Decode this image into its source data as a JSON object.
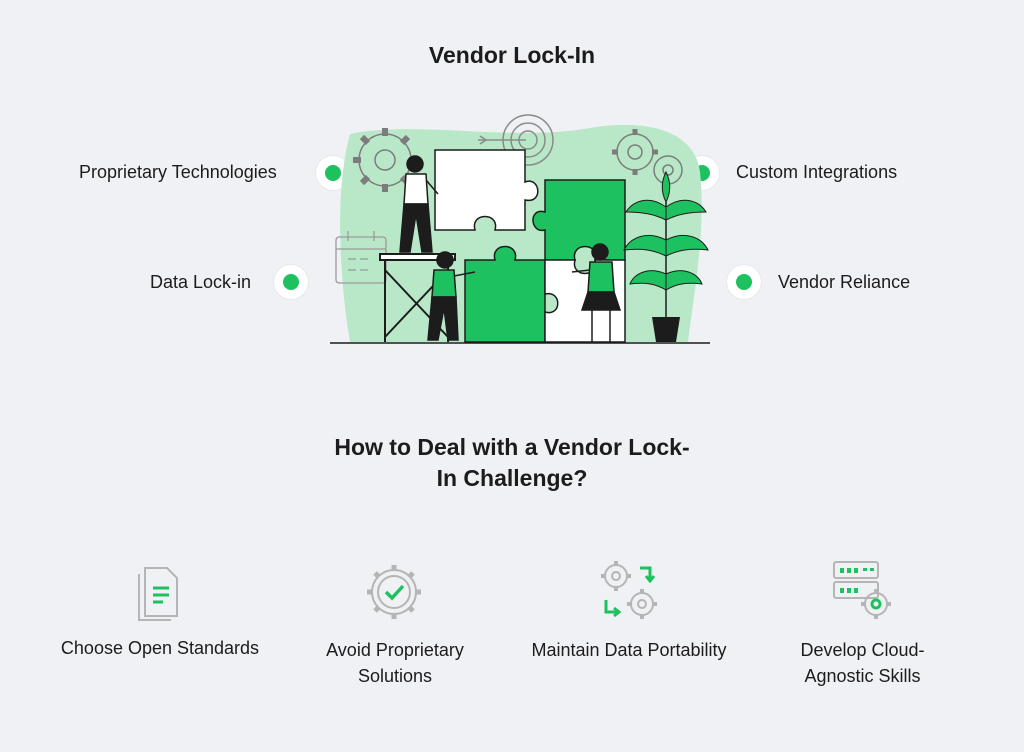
{
  "title": "Vendor Lock-In",
  "causes": {
    "proprietary": "Proprietary Technologies",
    "data": "Data Lock-in",
    "custom": "Custom Integrations",
    "reliance": "Vendor Reliance"
  },
  "subtitle_line1": "How to Deal with a Vendor Lock-",
  "subtitle_line2": "In Challenge?",
  "steps": {
    "open": "Choose Open Standards",
    "avoid_l1": "Avoid Proprietary",
    "avoid_l2": "Solutions",
    "portability": "Maintain Data Portability",
    "cloud_l1": "Develop Cloud-",
    "cloud_l2": "Agnostic Skills"
  },
  "colors": {
    "accent": "#1ec15f",
    "light_green": "#b9e8c8",
    "dark": "#1c1c1c",
    "background": "#f0f1f5"
  },
  "icons": [
    "gear-icon",
    "target-icon",
    "calendar-icon",
    "plant-icon",
    "puzzle-icon",
    "document-icon",
    "gear-check-icon",
    "gears-sync-icon",
    "server-gear-icon"
  ]
}
